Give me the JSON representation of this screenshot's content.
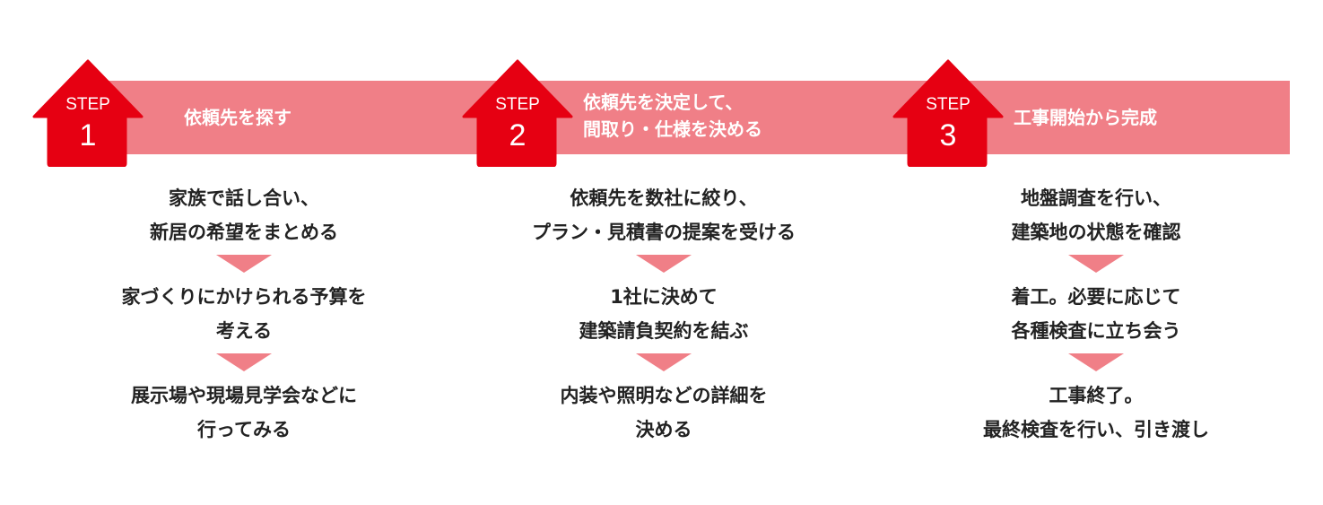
{
  "colors": {
    "step_red": "#e60012",
    "banner_pink": "#f07f87",
    "text": "#222222"
  },
  "steps": [
    {
      "label": "STEP",
      "number": "1",
      "title": "依頼先を探す",
      "items": [
        "家族で話し合い、\n新居の希望をまとめる",
        "家づくりにかけられる予算を\n考える",
        "展示場や現場見学会などに\n行ってみる"
      ]
    },
    {
      "label": "STEP",
      "number": "2",
      "title": "依頼先を決定して、\n間取り・仕様を決める",
      "items": [
        "依頼先を数社に絞り、\nプラン・見積書の提案を受ける",
        "1社に決めて\n建築請負契約を結ぶ",
        "内装や照明などの詳細を\n決める"
      ]
    },
    {
      "label": "STEP",
      "number": "3",
      "title": "工事開始から完成",
      "items": [
        "地盤調査を行い、\n建築地の状態を確認",
        "着工。必要に応じて\n各種検査に立ち会う",
        "工事終了。\n最終検査を行い、引き渡し"
      ]
    }
  ]
}
